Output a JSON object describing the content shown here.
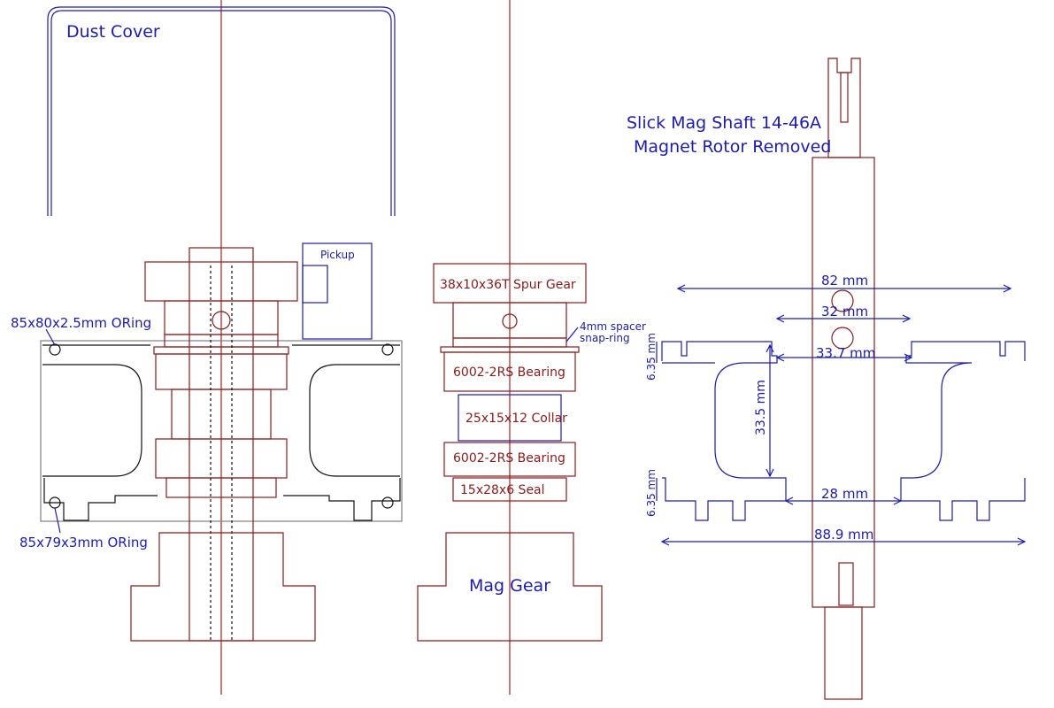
{
  "colors": {
    "red": "#8B1A1A",
    "blue": "#1C1CB0",
    "grey": "#808080",
    "black": "#111111"
  },
  "labels": {
    "dust_cover": "Dust Cover",
    "pickup": "Pickup",
    "oring_top": "85x80x2.5mm ORing",
    "oring_bottom": "85x79x3mm ORing",
    "spur_gear": "38x10x36T Spur Gear",
    "spacer": "4mm spacer",
    "snap_ring": "snap-ring",
    "bearing_top": "6002-2RS Bearing",
    "collar": "25x15x12 Collar",
    "bearing_bottom": "6002-2RS Bearing",
    "seal": "15x28x6 Seal",
    "mag_gear": "Mag Gear",
    "shaft_title": "Slick Mag Shaft 14-46A",
    "rotor_removed": "Magnet Rotor Removed"
  },
  "dimensions": {
    "d82": "82 mm",
    "d32": "32 mm",
    "d33_7": "33.7 mm",
    "d33_5": "33.5 mm",
    "d6_35_top": "6.35 mm",
    "d6_35_bottom": "6.35 mm",
    "d28": "28 mm",
    "d88_9": "88.9 mm"
  }
}
